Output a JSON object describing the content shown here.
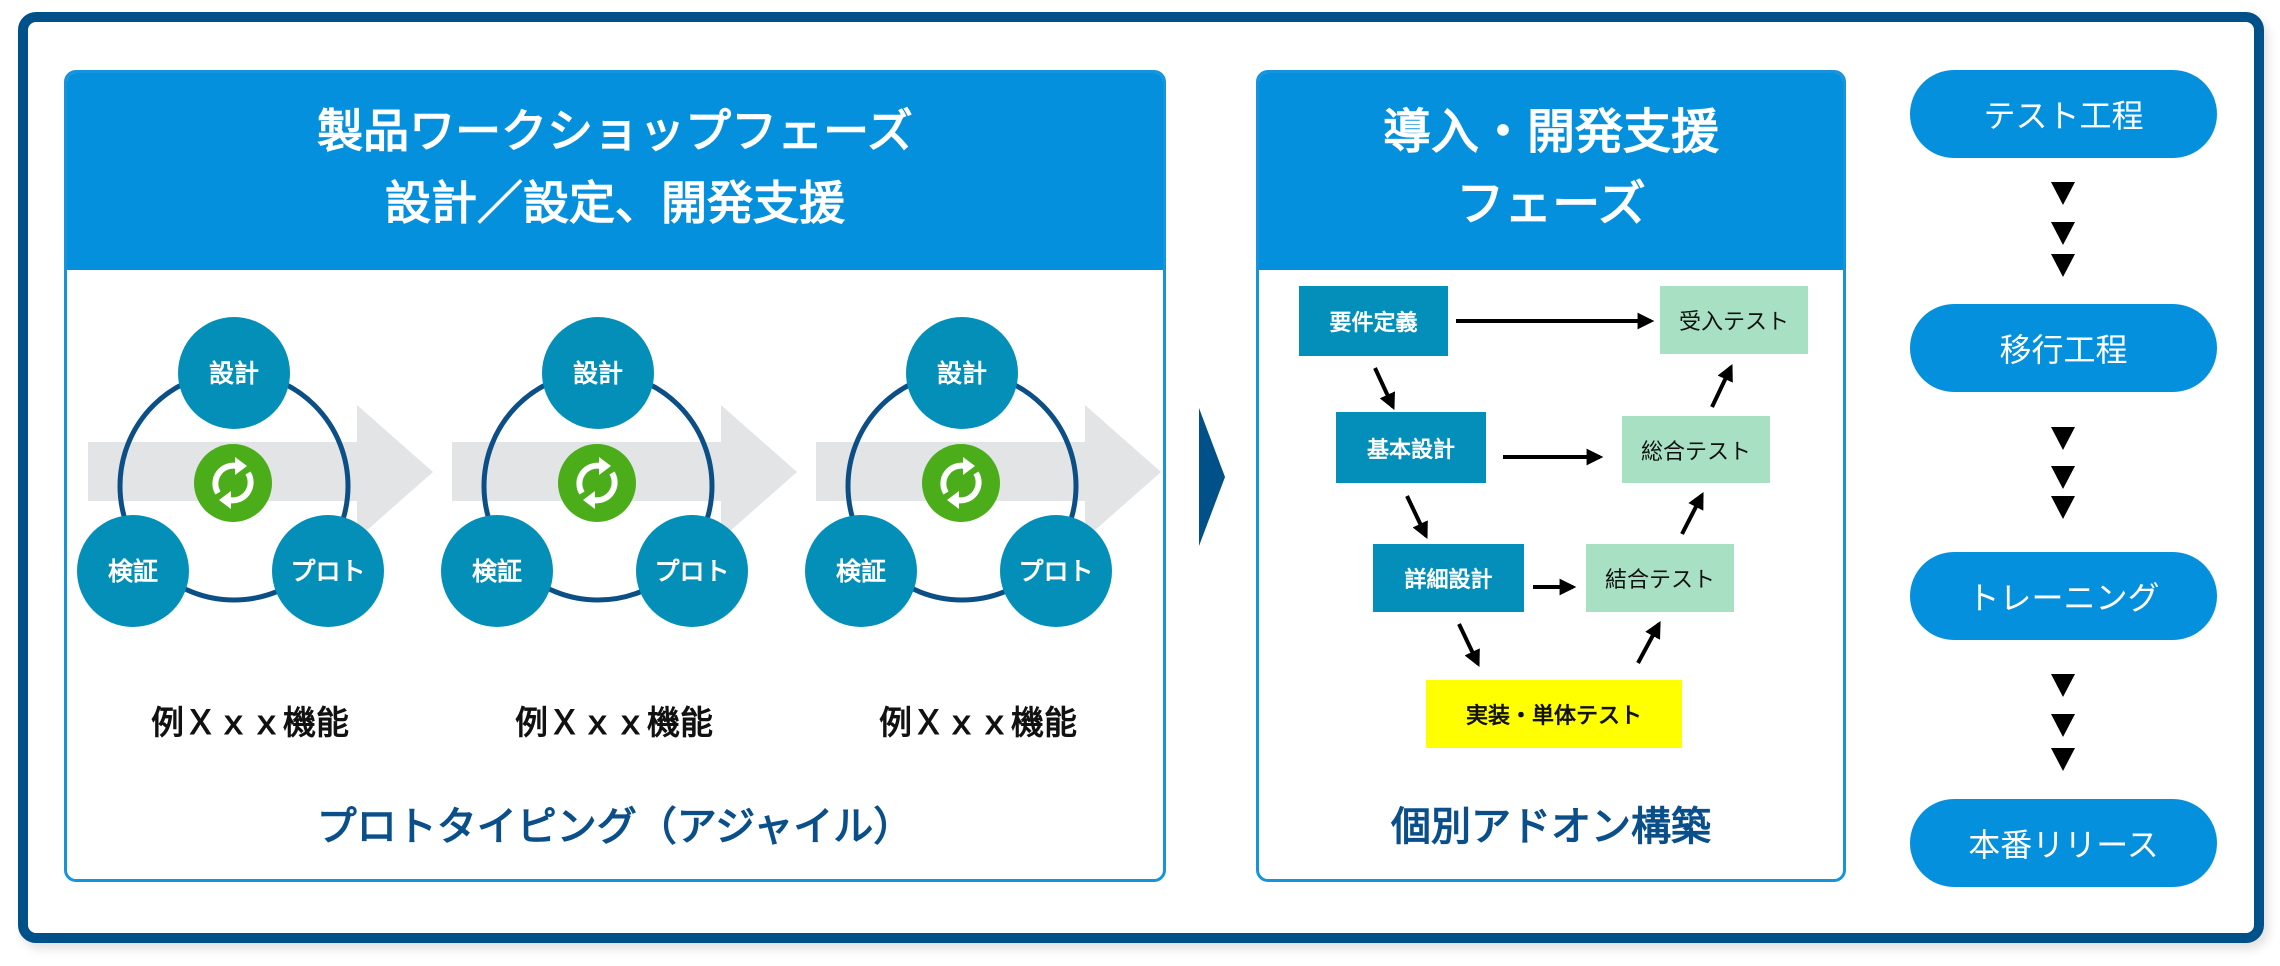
{
  "colors": {
    "frame": "#00508a",
    "header": "#0590de",
    "node": "#048fb9",
    "ring": "#0b4f86",
    "cycle_icon": "#4cad1a",
    "flow_arrow": "#e2e4e6",
    "test_box": "#a8e0c4",
    "impl_box": "#ffff00",
    "footer_title": "#0a4f8a"
  },
  "workshop_phase": {
    "title_line1": "製品ワークショップフェーズ",
    "title_line2": "設計／設定、開発支援",
    "cycles": [
      {
        "nodes": {
          "top": "設計",
          "left": "検証",
          "right": "プロト"
        },
        "icon": "refresh-cycle-icon",
        "feature": "例Ｘｘｘ機能"
      },
      {
        "nodes": {
          "top": "設計",
          "left": "検証",
          "right": "プロト"
        },
        "icon": "refresh-cycle-icon",
        "feature": "例Ｘｘｘ機能"
      },
      {
        "nodes": {
          "top": "設計",
          "left": "検証",
          "right": "プロト"
        },
        "icon": "refresh-cycle-icon",
        "feature": "例Ｘｘｘ機能"
      }
    ],
    "footer": "プロトタイピング（アジャイル）"
  },
  "phase_arrow_icon": "chevron-right-icon",
  "dev_phase": {
    "title_line1": "導入・開発支援",
    "title_line2": "フェーズ",
    "boxes": {
      "requirements": "要件定義",
      "basic_design": "基本設計",
      "detail_design": "詳細設計",
      "implementation": "実装・単体テスト",
      "integration_test": "結合テスト",
      "system_test": "総合テスト",
      "acceptance_test": "受入テスト"
    },
    "footer": "個別アドオン構築"
  },
  "stages": [
    {
      "label": "テスト工程"
    },
    {
      "label": "移行工程"
    },
    {
      "label": "トレーニング"
    },
    {
      "label": "本番リリース"
    }
  ],
  "stage_connector_icon": "triangle-down-icon"
}
